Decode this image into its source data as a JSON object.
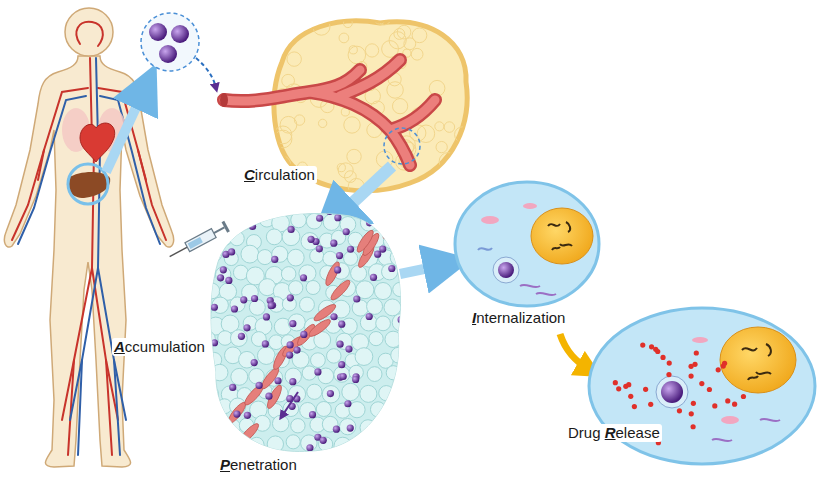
{
  "diagram": {
    "labels": [
      "Circulation",
      "Internalization",
      "Accumulation",
      "Drug Release",
      "Penetration"
    ]
  }
}
